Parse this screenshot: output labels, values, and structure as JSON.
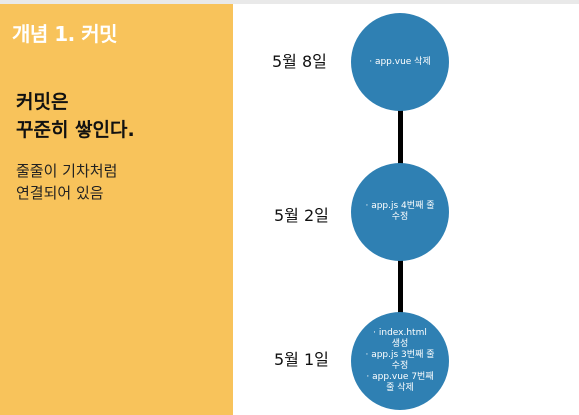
{
  "left_panel": {
    "title": "개념 1. 커밋",
    "headline_lines": [
      "커밋은",
      "꾸준히 쌓인다."
    ],
    "description_lines": [
      "줄줄이 기차처럼",
      "연결되어 있음"
    ]
  },
  "timeline": {
    "nodes": [
      {
        "date": "5월 8일",
        "lines": [
          "·   app.vue 삭제"
        ]
      },
      {
        "date": "5월 2일",
        "lines": [
          "·  app.js 4번째 줄",
          "수정"
        ]
      },
      {
        "date": "5월 1일",
        "lines": [
          "· index.html",
          "생성",
          "· app.js 3번째 줄",
          "수정",
          "· app.vue 7번째",
          "줄 삭제"
        ]
      }
    ]
  },
  "colors": {
    "panel": "#f8c35b",
    "node": "#2f80b3",
    "connector": "#000000"
  }
}
